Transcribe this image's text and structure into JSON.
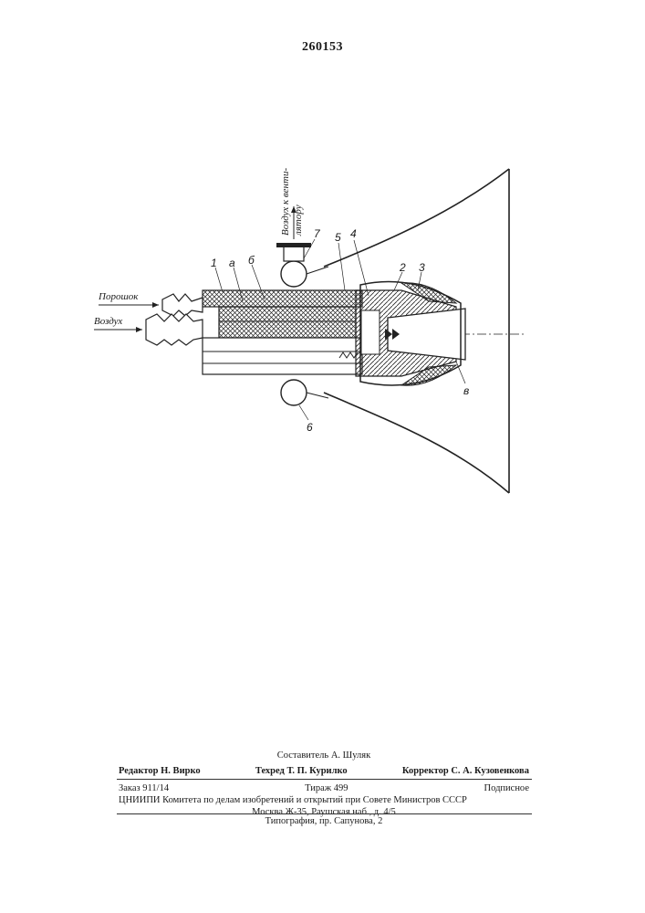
{
  "header": {
    "patent_number": "260153"
  },
  "figure": {
    "labels": {
      "powder": "Порошок",
      "air": "Воздух",
      "air_to_fan_line1": "Воздух к венти-",
      "air_to_fan_line2": "лятору"
    },
    "numbers": {
      "n1": "1",
      "na": "а",
      "nb": "б",
      "n5": "5",
      "n4": "4",
      "n7": "7",
      "n2": "2",
      "n3": "3",
      "n6": "6",
      "nv": "в"
    }
  },
  "footer": {
    "compiler": "Составитель А. Шуляк",
    "editor": "Редактор Н. Вирко",
    "techred": "Техред Т. П. Курилко",
    "corrector": "Корректор С. А. Кузовенкова",
    "order": "Заказ 911/14",
    "circulation": "Тираж 499",
    "subscription": "Подписное",
    "institute": "ЦНИИПИ Комитета по делам изобретений и открытий при Совете Министров СССР",
    "address": "Москва Ж-35, Раушская наб., д. 4/5",
    "printing_house": "Типография, пр. Сапунова, 2"
  }
}
